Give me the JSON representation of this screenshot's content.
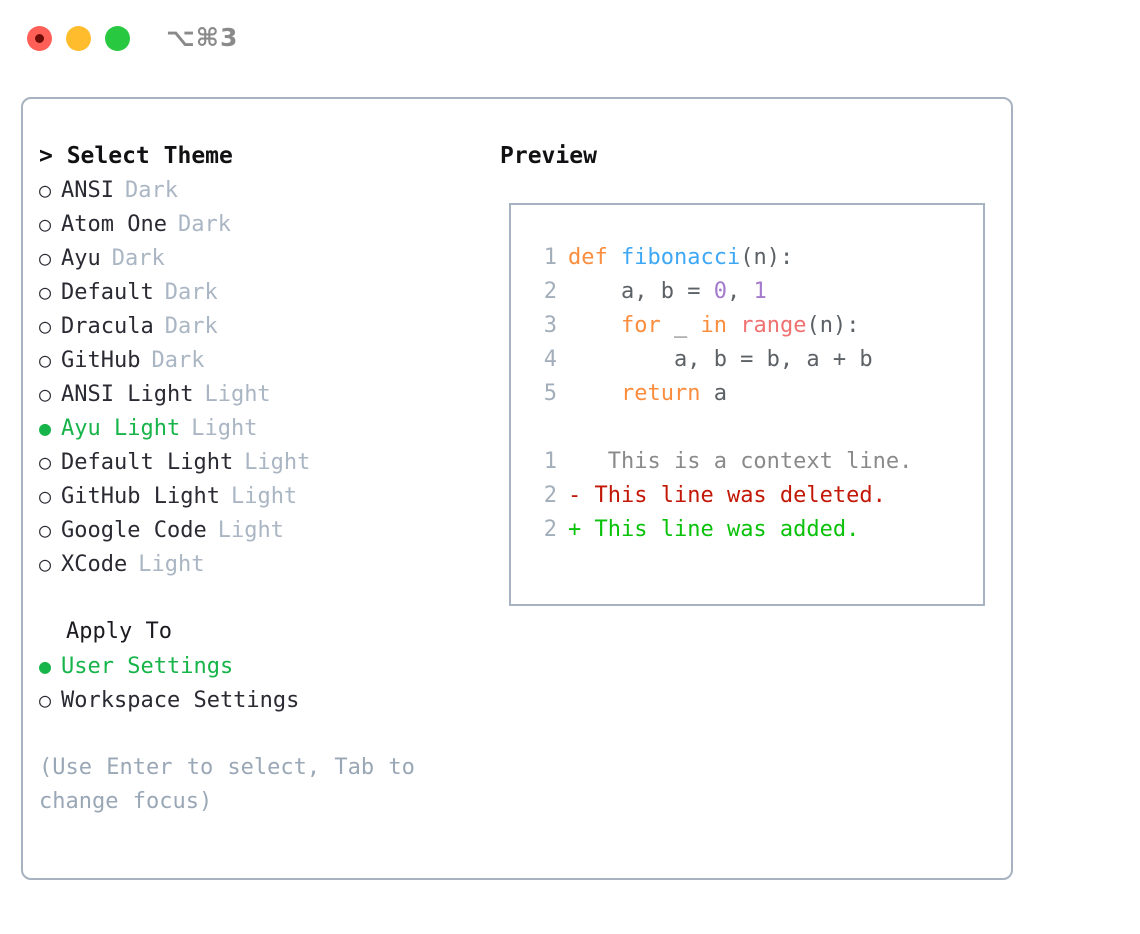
{
  "window": {
    "title": "⌥⌘3",
    "traffic_lights": [
      "close-red",
      "minimize-amber",
      "zoom-green"
    ]
  },
  "theme_picker": {
    "heading": "> Select Theme",
    "bullet_selected": "●",
    "bullet_unselected": "○",
    "items": [
      {
        "label": "ANSI",
        "badge": "Dark",
        "selected": false
      },
      {
        "label": "Atom One",
        "badge": "Dark",
        "selected": false
      },
      {
        "label": "Ayu",
        "badge": "Dark",
        "selected": false
      },
      {
        "label": "Default",
        "badge": "Dark",
        "selected": false
      },
      {
        "label": "Dracula",
        "badge": "Dark",
        "selected": false
      },
      {
        "label": "GitHub",
        "badge": "Dark",
        "selected": false
      },
      {
        "label": "ANSI Light",
        "badge": "Light",
        "selected": false
      },
      {
        "label": "Ayu Light",
        "badge": "Light",
        "selected": true
      },
      {
        "label": "Default Light",
        "badge": "Light",
        "selected": false
      },
      {
        "label": "GitHub Light",
        "badge": "Light",
        "selected": false
      },
      {
        "label": "Google Code",
        "badge": "Light",
        "selected": false
      },
      {
        "label": "XCode",
        "badge": "Light",
        "selected": false
      }
    ]
  },
  "apply_to": {
    "heading": "Apply To",
    "items": [
      {
        "label": "User Settings",
        "selected": true
      },
      {
        "label": "Workspace Settings",
        "selected": false
      }
    ]
  },
  "hint": "(Use Enter to select, Tab to change focus)",
  "preview": {
    "heading": "Preview",
    "code": [
      {
        "lineno": "1",
        "tokens": [
          {
            "text": "def ",
            "type": "kw"
          },
          {
            "text": "fibonacci",
            "type": "fn"
          },
          {
            "text": "(n):",
            "type": "pl"
          }
        ]
      },
      {
        "lineno": "2",
        "tokens": [
          {
            "text": "    a, b = ",
            "type": "pl"
          },
          {
            "text": "0",
            "type": "num"
          },
          {
            "text": ", ",
            "type": "pl"
          },
          {
            "text": "1",
            "type": "num"
          }
        ]
      },
      {
        "lineno": "3",
        "tokens": [
          {
            "text": "    ",
            "type": "pl"
          },
          {
            "text": "for",
            "type": "kw"
          },
          {
            "text": " _ ",
            "type": "pl"
          },
          {
            "text": "in",
            "type": "kw"
          },
          {
            "text": " ",
            "type": "pl"
          },
          {
            "text": "range",
            "type": "bi"
          },
          {
            "text": "(n):",
            "type": "pl"
          }
        ]
      },
      {
        "lineno": "4",
        "tokens": [
          {
            "text": "        a, b = b, a + b",
            "type": "pl"
          }
        ]
      },
      {
        "lineno": "5",
        "tokens": [
          {
            "text": "    ",
            "type": "pl"
          },
          {
            "text": "return",
            "type": "kw"
          },
          {
            "text": " a",
            "type": "pl"
          }
        ]
      }
    ],
    "diff": [
      {
        "lineno": "1",
        "marker": " ",
        "text": "  This is a context line.",
        "kind": "context"
      },
      {
        "lineno": "2",
        "marker": "-",
        "text": " This line was deleted.",
        "kind": "deleted"
      },
      {
        "lineno": "2",
        "marker": "+",
        "text": " This line was added.",
        "kind": "added"
      }
    ]
  },
  "colors": {
    "accent_green": "#17b44a",
    "badge_gray": "#aab6c4",
    "border": "#a8b3c1",
    "keyword": "#fa8d3e",
    "function": "#3fa8f5",
    "number": "#a37acc",
    "builtin": "#f07171",
    "plain": "#5c6166",
    "diff_added": "#0ac20a",
    "diff_deleted": "#c21807",
    "diff_context": "#8a8a8a"
  }
}
